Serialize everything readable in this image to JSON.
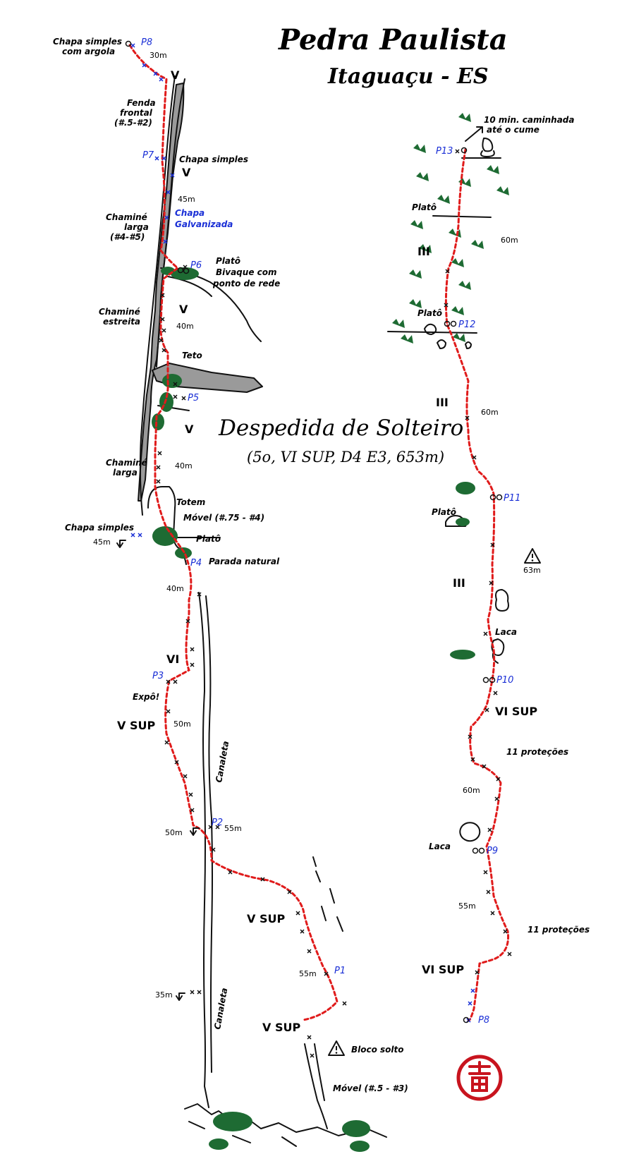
{
  "title": {
    "name": "Pedra Paulista",
    "location": "Itaguaçu - ES"
  },
  "route": {
    "name": "Despedida de Solteiro",
    "info": "(5o, VI SUP, D4 E3, 653m)"
  },
  "left": {
    "labels": {
      "p8_note": [
        "Chapa simples",
        "com argola"
      ],
      "fenda": [
        "Fenda",
        "frontal",
        "(#.5-#2)"
      ],
      "p7_note": "Chapa simples",
      "chamine_larga_top": [
        "Chaminé",
        "larga",
        "(#4-#5)"
      ],
      "chapa_galv": [
        "Chapa",
        "Galvanizada"
      ],
      "p6_note": [
        "Platô",
        "Bivaque com",
        "ponto de rede"
      ],
      "chamine_estreita": [
        "Chaminé",
        "estreita"
      ],
      "teto": "Teto",
      "chamine_larga": [
        "Chaminé",
        "larga"
      ],
      "totem": "Totem",
      "movel_top": "Móvel (#.75 - #4)",
      "chapa_simples_left": "Chapa simples",
      "plato": "Platô",
      "parada": "Parada natural",
      "expo": "Expô!",
      "canaleta1": "Canaleta",
      "canaleta2": "Canaleta",
      "bloco": "Bloco solto",
      "movel_bottom": "Móvel (#.5 - #3)"
    },
    "grades": {
      "g_p8": "V",
      "g_p7": "V",
      "g_p6": "V",
      "g_p5": "V",
      "g_p3": "VI",
      "g_p2": "V SUP",
      "g_p1": "V SUP",
      "g_start": "V SUP"
    },
    "lengths": {
      "l_p8": "30m",
      "l_p7": "45m",
      "l_p6": "40m",
      "l_p5": "40m",
      "l_rap45": "45m",
      "l_p4": "40m",
      "l_p3": "50m",
      "l_p2a": "55m",
      "l_p2b": "50m",
      "l_p1": "55m",
      "l_rap35": "35m"
    },
    "belays": {
      "p8": "P8",
      "p7": "P7",
      "p6": "P6",
      "p5": "P5",
      "p4": "P4",
      "p3": "P3",
      "p2": "P2",
      "p1": "P1"
    }
  },
  "right": {
    "labels": {
      "walk": [
        "10 min. caminhada",
        "até o cume"
      ],
      "plato_top": "Platô",
      "plato_p12": "Platô",
      "plato_p11": "Platô",
      "laca_top": "Laca",
      "protecoes1": "11 proteções",
      "laca_p9": "Laca",
      "protecoes2": "11 proteções"
    },
    "grades": {
      "g_p13": "III",
      "g_p12": "III",
      "g_p11": "III",
      "g_p9": "VI SUP",
      "g_p8": "VI SUP"
    },
    "lengths": {
      "l_p13": "60m",
      "l_p12": "60m",
      "l_p11": "63m",
      "l_p10": "60m",
      "l_p9": "55m"
    },
    "belays": {
      "p13": "P13",
      "p12": "P12",
      "p11": "P11",
      "p10": "P10",
      "p9": "P9",
      "p8": "P8"
    }
  },
  "colors": {
    "route": "#e01b1b",
    "belay_labels": "#1a2fd6",
    "vegetation": "#1e6b33",
    "chimney": "#9a9a9a",
    "stamp": "#c8141e"
  },
  "icons": [
    "warning-icon",
    "arrow-icon",
    "stamp-seal"
  ]
}
